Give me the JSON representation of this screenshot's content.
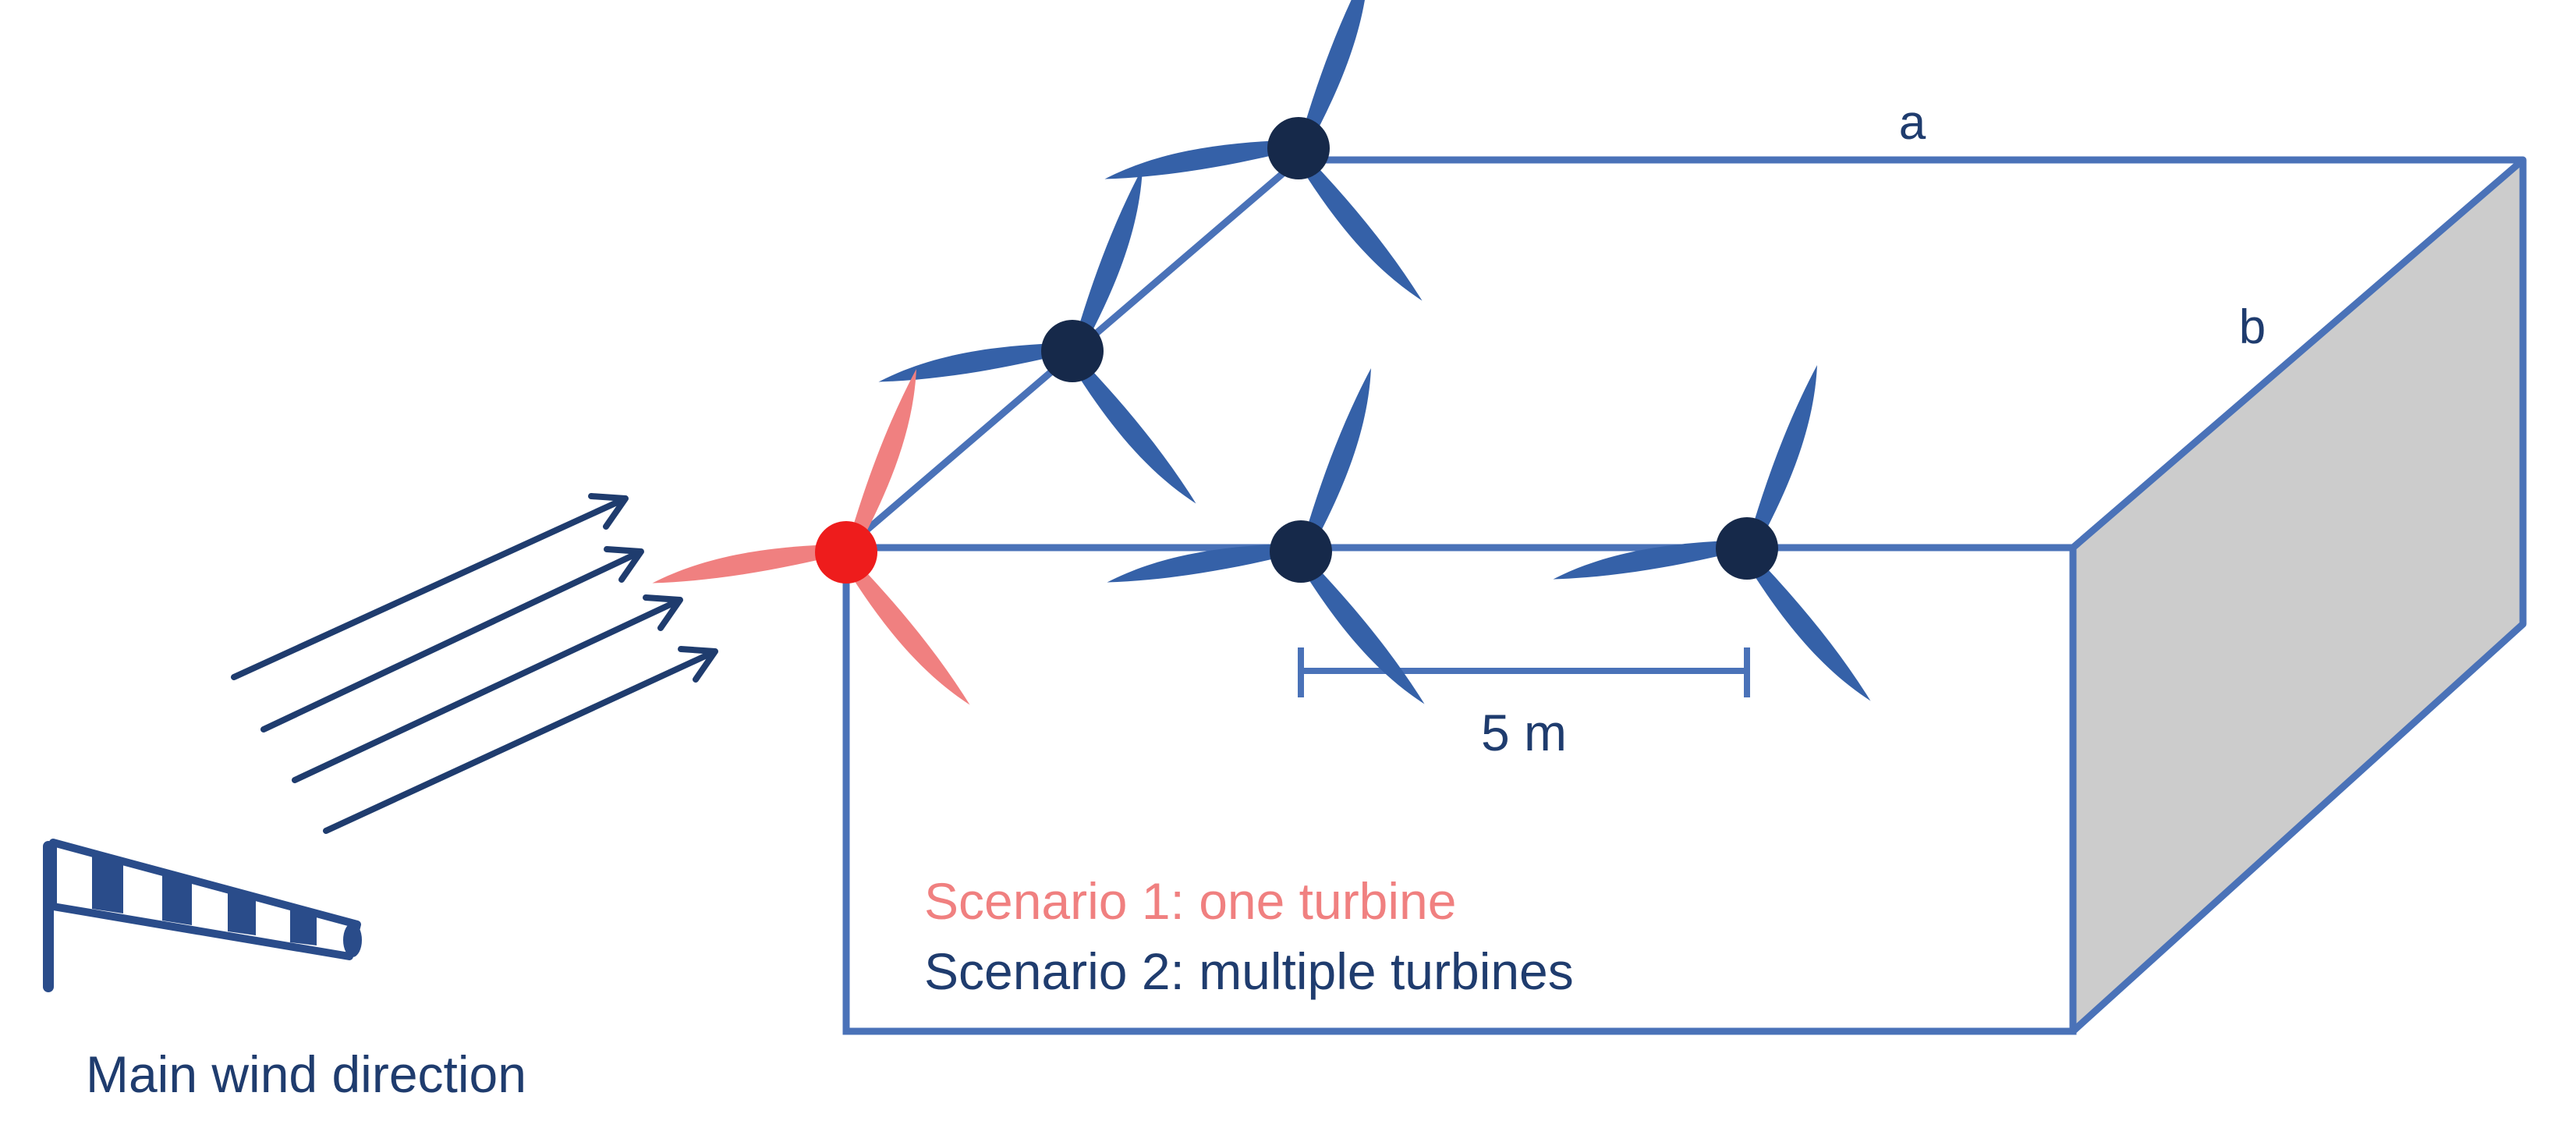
{
  "labels": {
    "edge_a": "a",
    "edge_b": "b",
    "spacing": "5 m",
    "scenario_1": "Scenario 1: one turbine",
    "scenario_2": "Scenario 2: multiple turbines",
    "wind_caption": "Main wind direction"
  },
  "colors": {
    "outline_blue": "#4a72b8",
    "blade_blue": "#3561a8",
    "hub_navy": "#16294a",
    "single_turbine_blade": "#f08080",
    "single_turbine_hub": "#ee1c1c",
    "scenario_1_text": "#f08080",
    "scenario_2_text": "#1f3c6e",
    "side_face": "#cccccc",
    "wind_arrow": "#1f3c6e"
  },
  "icons": {
    "turbine": "three-blade-turbine-icon",
    "windsock": "windsock-icon",
    "wind_arrows": "arrow-right-icon"
  }
}
